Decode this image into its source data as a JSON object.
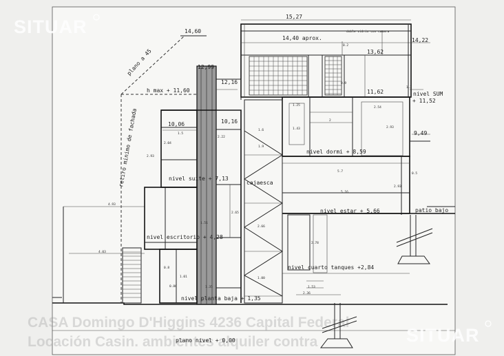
{
  "watermark": {
    "left": "SITUAR",
    "right": "SITUAR"
  },
  "heights": {
    "h1527": "15,27",
    "h1460": "14,60",
    "h1440": "14,40  aprox.",
    "h1422": "14,22",
    "h1362": "13,62",
    "h1299": "12,99",
    "h1216": "12,16",
    "h1162": "11,62",
    "h1152": "+ 11,52",
    "h1006": "10,06",
    "h1016": "10,16",
    "h949": "9,49"
  },
  "levels": {
    "hmax": "h max + 11,60",
    "sum": "nivel SUM",
    "dormi": "nivel dormi + 8,59",
    "suite": "nivel suite + 7,13",
    "cajaesca": "cajaesca",
    "estar": "nivel estar + 5,66",
    "patio": "patio bajo",
    "escritorio": "nivel escritorio + 4,28",
    "cuarto": "nivel cuarto tanques +2,84",
    "plantabaja": "nivel planta baja + 1,35",
    "plano": "plano nivel + 0,00"
  },
  "diagonal": {
    "plano45": "plano a 45",
    "retiro": "retiro minimo de fachada"
  },
  "small": {
    "doble": "doble vidrio con camara",
    "d02": "0.2",
    "d13": "1.3",
    "d125": "1.25",
    "d143": "1.43",
    "d2": "2",
    "d254": "2.54",
    "d293": "2.93",
    "d15": "1.5",
    "d204": "2.04",
    "d293b": "2.93",
    "d16": "1.6",
    "d19": "1.9",
    "d22": "2.22",
    "d57": "5.7",
    "d516": "5.16",
    "d293c": "2.93",
    "d05": "0.5",
    "d493": "4.93",
    "d403": "4.03",
    "d151": "1.51",
    "d265": "2.65",
    "d266": "2.66",
    "d278": "2.78",
    "d08": "0.8",
    "d153": "1.53",
    "d236": "2.36",
    "d100": "1.00",
    "d135": "1.35",
    "d086": "0.86",
    "d101": "1.01",
    "d09": "0.9"
  },
  "ghost_text": {
    "line1": "CASA Domingo D'Higgins 4236 Capital Federal",
    "line2": "Locación Casin. ambientes alquiler contra"
  }
}
